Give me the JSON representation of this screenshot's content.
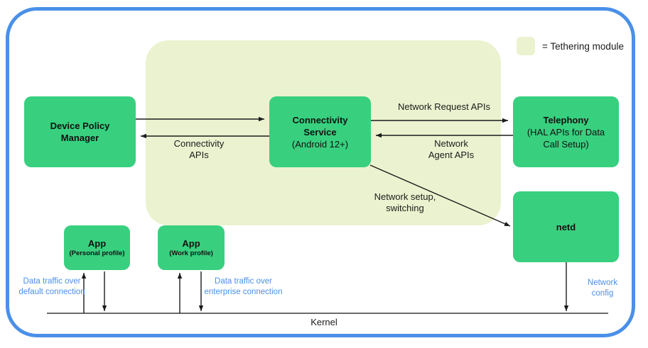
{
  "legend": {
    "swatch_color": "#ebf2cf",
    "label": "= Tethering module"
  },
  "nodes": {
    "device_policy_manager": {
      "title": "Device Policy",
      "title2": "Manager",
      "sub": ""
    },
    "connectivity_service": {
      "title": "Connectivity",
      "title2": "Service",
      "sub": "(Android 12+)"
    },
    "telephony": {
      "title": "Telephony",
      "sub": "(HAL APIs for Data",
      "sub2": "Call Setup)"
    },
    "netd": {
      "title": "netd",
      "sub": ""
    },
    "app_personal": {
      "title": "App",
      "sub": "(Personal profile)"
    },
    "app_work": {
      "title": "App",
      "sub": "(Work profile)"
    }
  },
  "edges": {
    "connectivity_apis": "Connectivity\nAPIs",
    "network_request_apis": "Network Request APIs",
    "network_agent_apis": "Network\nAgent APIs",
    "network_setup_switching": "Network setup,\nswitching",
    "data_traffic_default": "Data traffic over\ndefault connection",
    "data_traffic_enterprise": "Data traffic over\nenterprise connection",
    "network_config": "Network\nconfig"
  },
  "kernel": {
    "label": "Kernel"
  },
  "colors": {
    "frame_blue": "#4a90e8",
    "node_green": "#38d07f",
    "tethering_yellow": "#ebf2cf",
    "blue_text": "#4a90e8",
    "line_black": "#1b1b1b"
  }
}
